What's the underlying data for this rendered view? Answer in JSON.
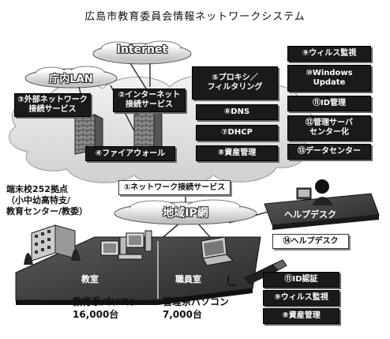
{
  "title": "広島市教育委員会情報ネットワークシステム",
  "clouds": {
    "internet": "Internet",
    "lan": "庁内LAN",
    "ip": "地域IP網"
  },
  "boxes": {
    "external_net": [
      "③外部ネットワーク",
      "接続サービス"
    ],
    "internet_conn": [
      "②インターネット",
      "接続サービス"
    ],
    "firewall": "④ファイアウォール",
    "proxy": [
      "⑤プロキシ／",
      "フィルタリング"
    ],
    "dns": "⑥DNS",
    "dhcp": "⑦DHCP",
    "asset_top": "⑧資産管理",
    "virus_top": "⑨ウィルス監視",
    "windows_update": [
      "⑩Windows",
      "Update"
    ],
    "id_top": "⑪ID管理",
    "server_central": [
      "⑫管理サーバ",
      "センター化"
    ],
    "datacenter": "⑬データセンター",
    "network_service": "①ネットワーク接続サービス",
    "helpdesk": "⑭ヘルプデスク",
    "id_auth": "⑪ID認証",
    "virus_bottom": "⑨ウィルス監視",
    "asset_bottom": "⑧資産管理"
  },
  "labels": {
    "terminals": [
      "端末校252拠点",
      "（小中幼高特支/",
      "教育センター/教委）"
    ],
    "helpdesk_floor": "ヘルプデスク",
    "classroom": "教室",
    "staffroom": "職員室",
    "edu_pc": [
      "教育系パソコン",
      "16,000台"
    ],
    "admin_pc": [
      "管理系パソコン",
      "7,000台"
    ]
  }
}
